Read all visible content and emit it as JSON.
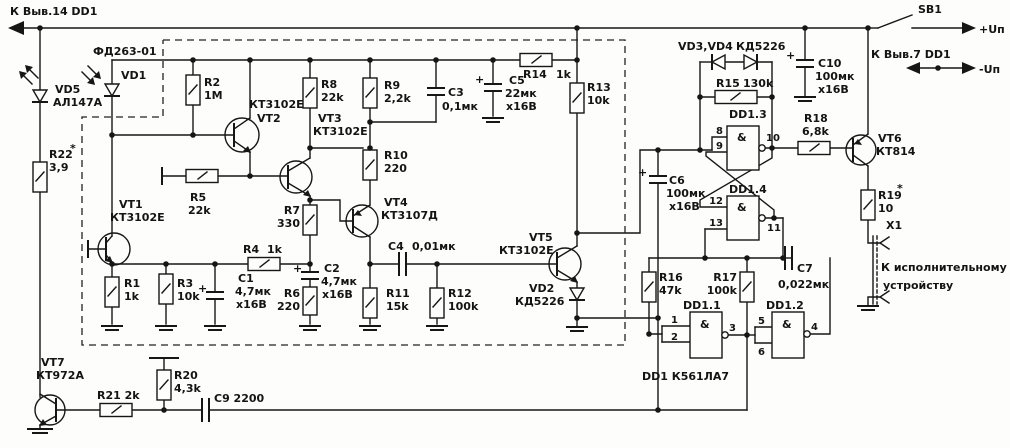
{
  "power": {
    "top_left_bus": "К Выв.14 DD1",
    "switch": "SB1",
    "plus_rail": "+Uп",
    "dd_pin7_bus": "К Выв.7 DD1",
    "minus_rail": "-Uп"
  },
  "module": {
    "photodiode_part": "ФД263-01"
  },
  "sym": {
    "plus": "+",
    "asterisk": "*",
    "nand": "&"
  },
  "resistors": {
    "r1": {
      "ref": "R1",
      "val": "1k"
    },
    "r2": {
      "ref": "R2",
      "val": "1M"
    },
    "r3": {
      "ref": "R3",
      "val": "10k"
    },
    "r4": {
      "ref": "R4",
      "val": "1k"
    },
    "r5": {
      "ref": "R5",
      "val": "22k"
    },
    "r6": {
      "ref": "R6",
      "val": "220"
    },
    "r7": {
      "ref": "R7",
      "val": "330"
    },
    "r8": {
      "ref": "R8",
      "val": "22k"
    },
    "r9": {
      "ref": "R9",
      "val": "2,2k"
    },
    "r10": {
      "ref": "R10",
      "val": "220"
    },
    "r11": {
      "ref": "R11",
      "val": "15k"
    },
    "r12": {
      "ref": "R12",
      "val": "100k"
    },
    "r13": {
      "ref": "R13",
      "val": "10k"
    },
    "r14": {
      "ref": "R14",
      "val": "1k"
    },
    "r15": {
      "ref": "R15",
      "val": "130k"
    },
    "r16": {
      "ref": "R16",
      "val": "47k"
    },
    "r17": {
      "ref": "R17",
      "val": "100k"
    },
    "r18": {
      "ref": "R18",
      "val": "6,8k"
    },
    "r19": {
      "ref": "R19",
      "val": "10"
    },
    "r20": {
      "ref": "R20",
      "val": "4,3k"
    },
    "r21": {
      "ref": "R21 2k"
    },
    "r22": {
      "ref": "R22",
      "val": "3,9"
    }
  },
  "caps": {
    "c1": {
      "ref": "C1",
      "val": "4,7мк",
      "wv": "x16В"
    },
    "c2": {
      "ref": "C2",
      "val": "4,7мк",
      "wv": "x16В"
    },
    "c3": {
      "ref": "C3",
      "val": "0,1мк"
    },
    "c4": {
      "ref": "C4",
      "val": "0,01мк"
    },
    "c5": {
      "ref": "C5",
      "val": "22мк",
      "wv": "x16В"
    },
    "c6": {
      "ref": "C6",
      "val": "100мк",
      "wv": "x16В"
    },
    "c7": {
      "ref": "C7",
      "val": "0,022мк"
    },
    "c9": {
      "ref": "C9 2200"
    },
    "c10": {
      "ref": "C10",
      "val": "100мк",
      "wv": "x16В"
    }
  },
  "transistors": {
    "vt1": {
      "ref": "VT1",
      "type": "КТ3102Е"
    },
    "vt2": {
      "ref": "VT2",
      "type": "КТ3102Е"
    },
    "vt3": {
      "ref": "VT3",
      "type": "КТ3102Е"
    },
    "vt4": {
      "ref": "VT4",
      "type": "КТ3107Д"
    },
    "vt5": {
      "ref": "VT5",
      "type": "КТ3102Е"
    },
    "vt6": {
      "ref": "VT6",
      "type": "КТ814"
    },
    "vt7": {
      "ref": "VT7",
      "type": "КТ972А"
    }
  },
  "diodes": {
    "vd1": {
      "ref": "VD1"
    },
    "vd2": {
      "ref": "VD2",
      "type": "КД5226"
    },
    "vd34": {
      "ref": "VD3,VD4",
      "type": "КД5226"
    },
    "vd5": {
      "ref": "VD5",
      "type": "АЛ147А"
    }
  },
  "logic": {
    "dd11": "DD1.1",
    "dd12": "DD1.2",
    "dd13": "DD1.3",
    "dd14": "DD1.4",
    "chip": "DD1 К561ЛА7",
    "pins": {
      "p1": "1",
      "p2": "2",
      "p3": "3",
      "p4": "4",
      "p5": "5",
      "p6": "6",
      "p8": "8",
      "p9": "9",
      "p10": "10",
      "p11": "11",
      "p12": "12",
      "p13": "13"
    }
  },
  "connector": {
    "ref": "X1",
    "note1": "К исполнительному",
    "note2": "устройству"
  }
}
